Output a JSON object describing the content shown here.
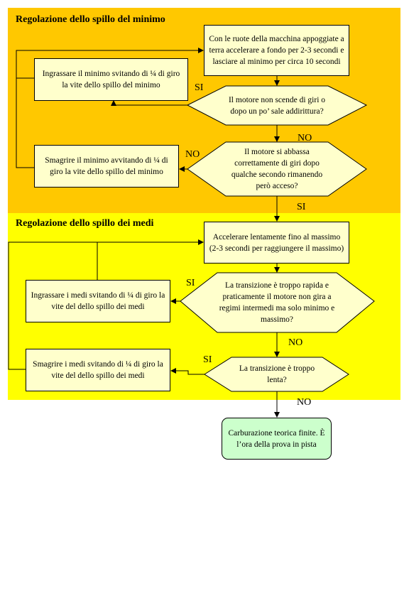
{
  "sections": {
    "minimo": "Regolazione dello spillo del minimo",
    "medi": "Regolazione dello spillo dei medi"
  },
  "steps": {
    "start": "Con le ruote della macchina appoggiate a terra accelerare a fondo per 2-3 secondi e lasciare al minimo per circa 10 secondi",
    "ingrassare_minimo": "Ingrassare il minimo svitando di ¼ di giro la vite dello spillo del minimo",
    "smagrire_minimo": "Smagrire il minimo avvitando di ¼ di giro la vite dello spillo del minimo",
    "accelerare": "Accelerare lentamente fino al massimo (2-3 secondi per raggiungere il massimo)",
    "ingrassare_medi": "Ingrassare i medi svitando di ¼ di giro la vite del dello spillo dei medi",
    "smagrire_medi": "Smagrire i medi svitando di ¼ di giro la vite del dello spillo dei medi",
    "final": "Carburazione teorica finite. È l’ora della prova in pista"
  },
  "decisions": {
    "d1": "Il motore non scende di giri o dopo un po’ sale addirittura?",
    "d2": "Il motore si abbassa correttamente di giri dopo qualche secondo rimanendo però acceso?",
    "d3": "La transizione è troppo rapida e praticamente il motore non gira a regimi intermedi ma solo minimo e massimo?",
    "d4": "La transizione è troppo lenta?"
  },
  "labels": {
    "d1_si": "SI",
    "d1_no": "NO",
    "d2_no": "NO",
    "d2_si": "SI",
    "d3_si": "SI",
    "d3_no": "NO",
    "d4_si": "SI",
    "d4_no": "NO"
  },
  "colors": {
    "band_minimo": "#ffc800",
    "band_medi": "#ffff00",
    "box_fill": "#ffffcc",
    "final_fill": "#ccffcc"
  }
}
